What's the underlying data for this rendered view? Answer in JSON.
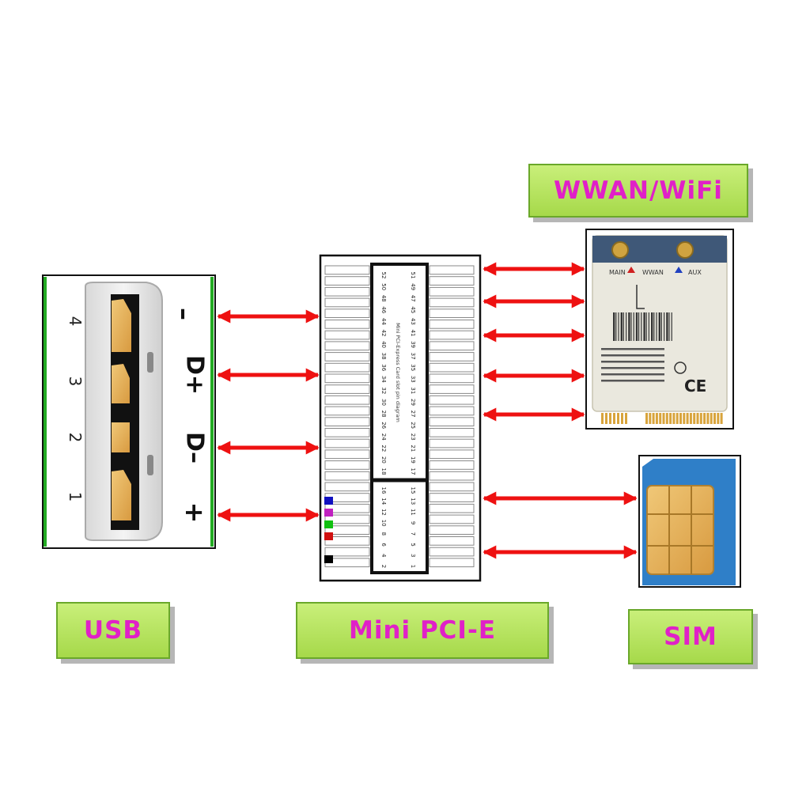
{
  "labels": {
    "wwan_wifi": "WWAN/WiFi",
    "usb": "USB",
    "mini_pcie": "Mini PCI-E",
    "sim": "SIM"
  },
  "usb_connector": {
    "pin_numbers": [
      "4",
      "3",
      "2",
      "1"
    ],
    "signals": [
      "–",
      "D+",
      "D–",
      "+"
    ]
  },
  "wwan_card": {
    "antenna_labels": [
      "MAIN",
      "WWAN",
      "AUX"
    ],
    "ce_mark": "CE"
  },
  "pcie_table": {
    "top_pin_rows": [
      [
        "51",
        "49",
        "47",
        "45",
        "43",
        "41",
        "39",
        "37",
        "35",
        "33",
        "31",
        "29",
        "27",
        "25",
        "23",
        "21",
        "19",
        "17"
      ],
      [
        "52",
        "50",
        "48",
        "46",
        "44",
        "42",
        "40",
        "38",
        "36",
        "34",
        "32",
        "30",
        "28",
        "26",
        "24",
        "22",
        "20",
        "18"
      ]
    ],
    "bottom_pin_rows": [
      [
        "15",
        "13",
        "11",
        "9",
        "7",
        "5",
        "3",
        "1"
      ],
      [
        "16",
        "14",
        "12",
        "10",
        "8",
        "6",
        "4",
        "2"
      ]
    ],
    "caption": "Mini PCI-Express Card slot pin diagram"
  },
  "colors": {
    "arrow": "#ee1111",
    "label_text": "#e020c8",
    "label_fill": "#b4e05a",
    "panel_border": "#22aa22",
    "pin_markers": [
      "#1010c0",
      "#c020c0",
      "#10c010",
      "#d01010",
      "#000000"
    ]
  }
}
